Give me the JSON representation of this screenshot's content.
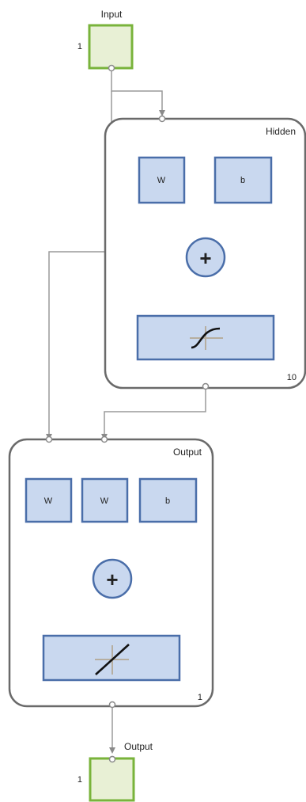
{
  "input": {
    "title": "Input",
    "size": "1"
  },
  "hidden": {
    "title": "Hidden",
    "size": "10",
    "weight_label": "W",
    "bias_label": "b",
    "sum_symbol": "+",
    "transfer": "tansig"
  },
  "output_layer": {
    "title": "Output",
    "size": "1",
    "weight1_label": "W",
    "weight2_label": "W",
    "bias_label": "b",
    "sum_symbol": "+",
    "transfer": "purelin"
  },
  "output": {
    "title": "Output",
    "size": "1"
  },
  "colors": {
    "block_fill": "#c9d8ef",
    "block_stroke": "#4a6ea9",
    "io_fill": "#e8f0d5",
    "io_stroke": "#79b33b",
    "layer_stroke": "#6a6a6a",
    "wire": "#9a9a9a"
  }
}
